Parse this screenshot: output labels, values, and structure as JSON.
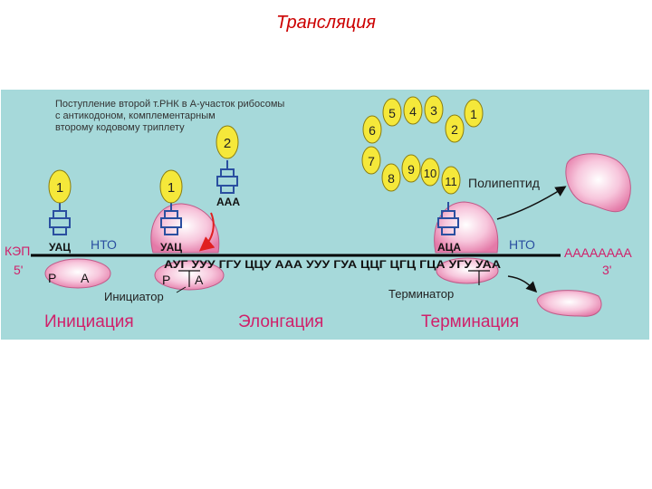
{
  "title": "Трансляция",
  "diagram": {
    "note_lines": [
      "Поступление второй т.РНК в А-участок рибосомы",
      "с антикодоном, комплементарным",
      "второму кодовому триплету"
    ],
    "trna": {
      "left_number": "1",
      "left_anticodon": "УАЦ",
      "mid_number": "1",
      "mid_anticodon": "УАЦ",
      "incoming_number": "2",
      "incoming_anticodon": "ААА",
      "term_anticodon": "АЦА"
    },
    "peptide_beads": [
      "5",
      "4",
      "3",
      "1",
      "6",
      "2",
      "7",
      "8",
      "9",
      "10",
      "11"
    ],
    "labels": {
      "polypeptide": "Полипептид",
      "cap": "КЭП",
      "five_prime": "5'",
      "three_prime": "3'",
      "nto_left": "НТО",
      "nto_right": "НТО",
      "poly_a": "АААААААА",
      "sequence": "АУГ УУУ ГГУ ЦЦУ ААА УУУ ГУА ЦЦГ ЦГЦ ГЦА УГУ УАА",
      "p_site": "P",
      "a_site": "A",
      "p_site_2": "P",
      "a_site_2": "A",
      "initiator": "Инициатор",
      "terminator": "Терминатор"
    },
    "stages": [
      "Инициация",
      "Элонгация",
      "Терминация"
    ],
    "colors": {
      "background": "#a6d9da",
      "ribosome": "#f0a8c8",
      "trna": "#2a4fa0",
      "bead": "#f5e83a",
      "stage_text": "#d0206a",
      "arrow": "#e02020"
    }
  }
}
